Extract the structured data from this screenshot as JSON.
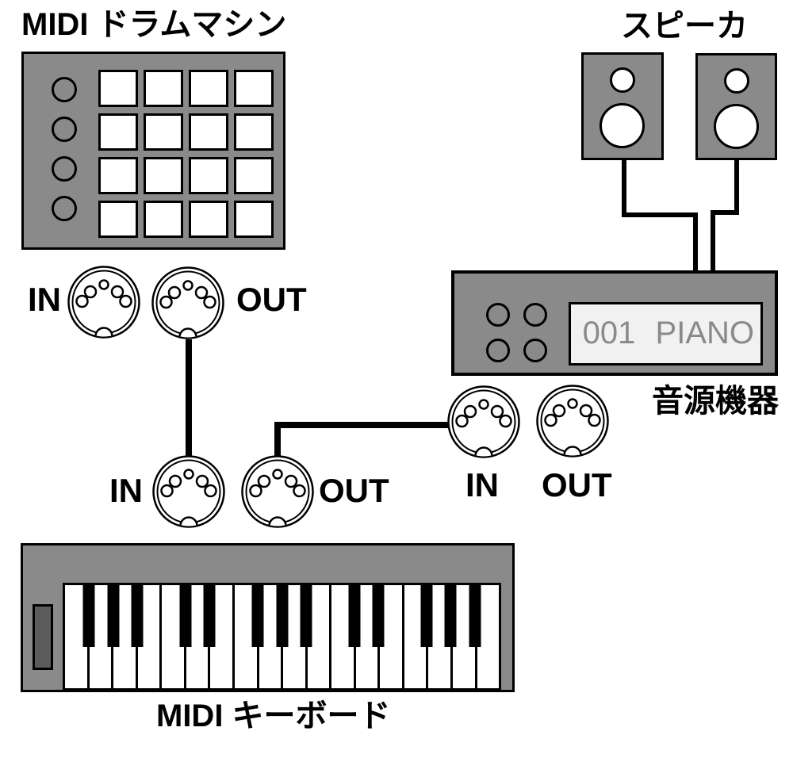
{
  "drum_machine": {
    "label": "MIDI ドラムマシン",
    "knobs": 4,
    "pad_rows": 4,
    "pad_cols": 4,
    "ports": {
      "in": "IN",
      "out": "OUT"
    }
  },
  "speakers": {
    "label": "スピーカ",
    "count": 2
  },
  "sound_module": {
    "label": "音源機器",
    "display_text": "001 PIANO",
    "buttons": 4,
    "ports": {
      "in": "IN",
      "out": "OUT"
    }
  },
  "keyboard": {
    "label": "MIDI キーボード",
    "white_keys": 18,
    "black_key_boundaries": [
      1,
      2,
      3,
      5,
      6,
      8,
      9,
      10,
      12,
      13,
      15,
      16,
      17
    ],
    "ports": {
      "in": "IN",
      "out": "OUT"
    }
  },
  "connections": [
    "drum machine OUT → keyboard IN",
    "keyboard OUT → sound module IN",
    "sound module → left speaker",
    "sound module → right speaker"
  ],
  "colors": {
    "device_gray": "#8a8a8a",
    "wheel_gray": "#5c5c5c",
    "display_bg": "#f1f1f1",
    "display_text": "#8a8a8a",
    "outline": "#000000"
  }
}
